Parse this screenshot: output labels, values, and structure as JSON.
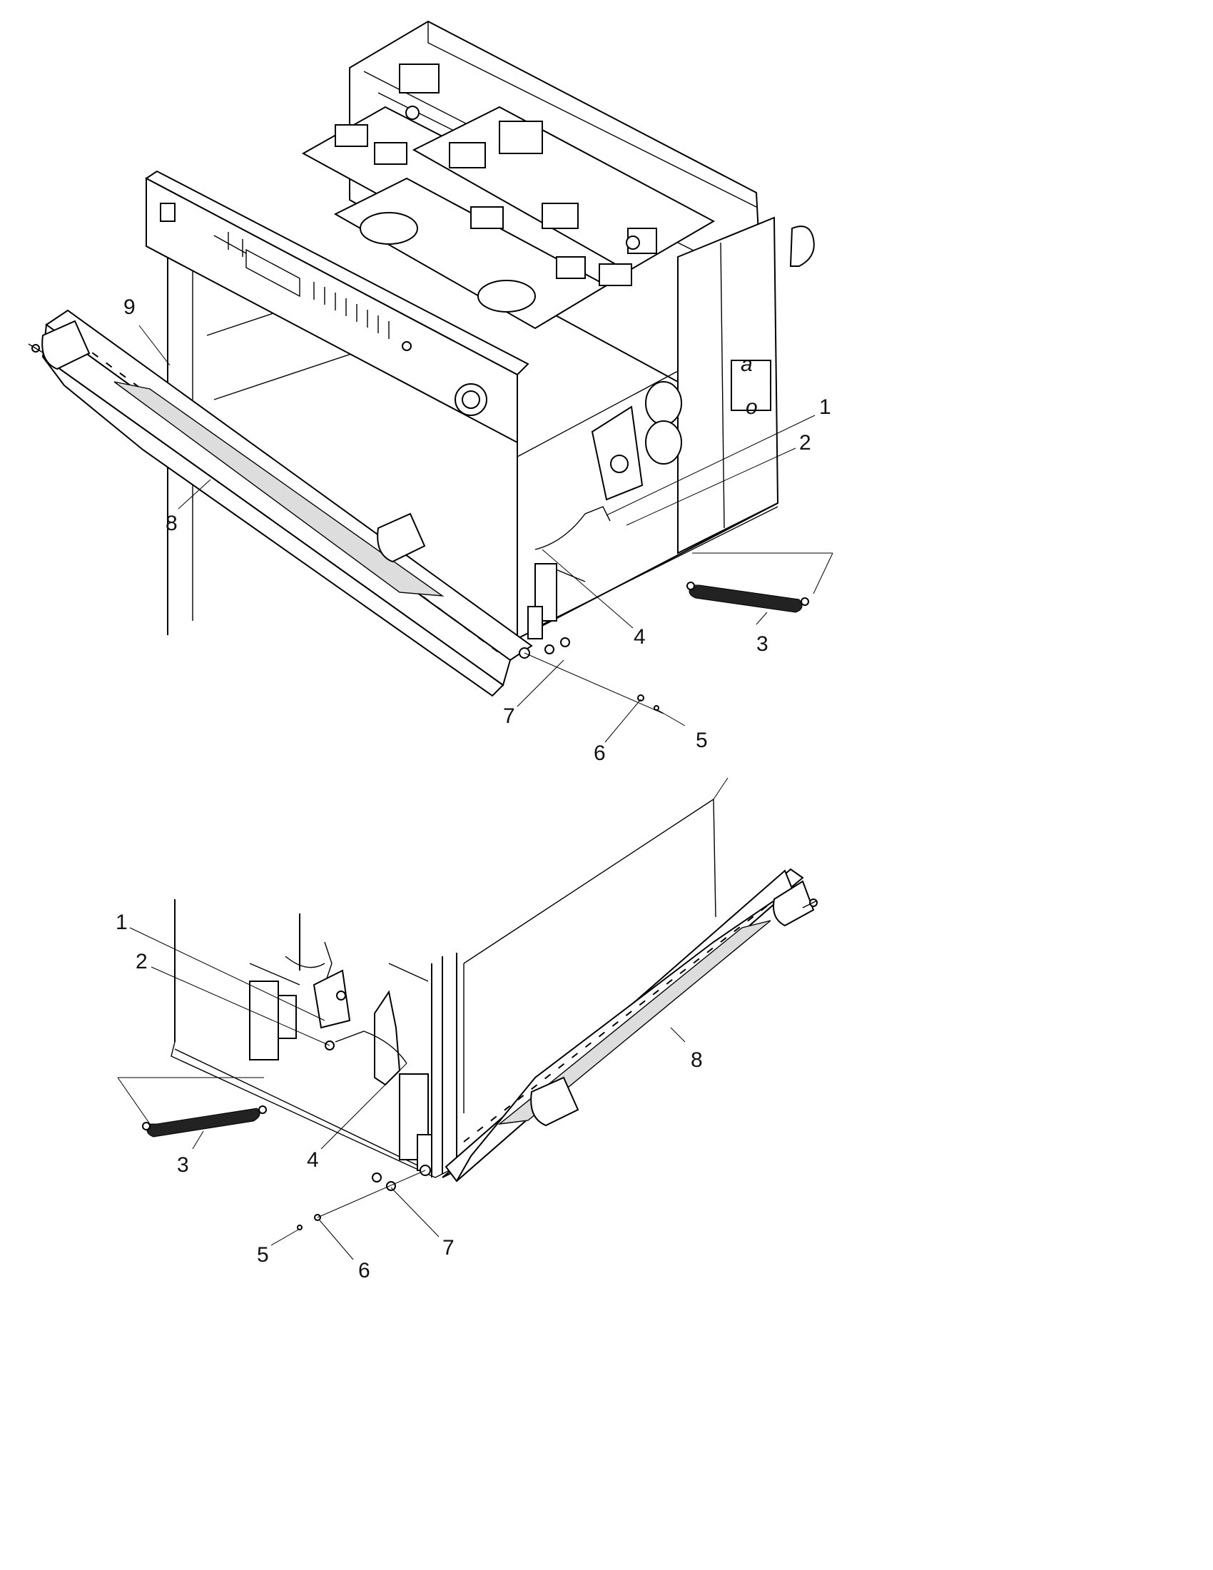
{
  "upper_view": {
    "callouts": [
      {
        "id": "u-1",
        "label": "1"
      },
      {
        "id": "u-2",
        "label": "2"
      },
      {
        "id": "u-3",
        "label": "3"
      },
      {
        "id": "u-4",
        "label": "4"
      },
      {
        "id": "u-5",
        "label": "5"
      },
      {
        "id": "u-6",
        "label": "6"
      },
      {
        "id": "u-7",
        "label": "7"
      },
      {
        "id": "u-8",
        "label": "8"
      },
      {
        "id": "u-9",
        "label": "9"
      }
    ]
  },
  "lower_view": {
    "callouts": [
      {
        "id": "l-1",
        "label": "1"
      },
      {
        "id": "l-2",
        "label": "2"
      },
      {
        "id": "l-3",
        "label": "3"
      },
      {
        "id": "l-4",
        "label": "4"
      },
      {
        "id": "l-5",
        "label": "5"
      },
      {
        "id": "l-6",
        "label": "6"
      },
      {
        "id": "l-7",
        "label": "7"
      },
      {
        "id": "l-8",
        "label": "8"
      }
    ]
  },
  "colors": {
    "line": "#000000",
    "background": "#ffffff",
    "spring": "#222222"
  }
}
